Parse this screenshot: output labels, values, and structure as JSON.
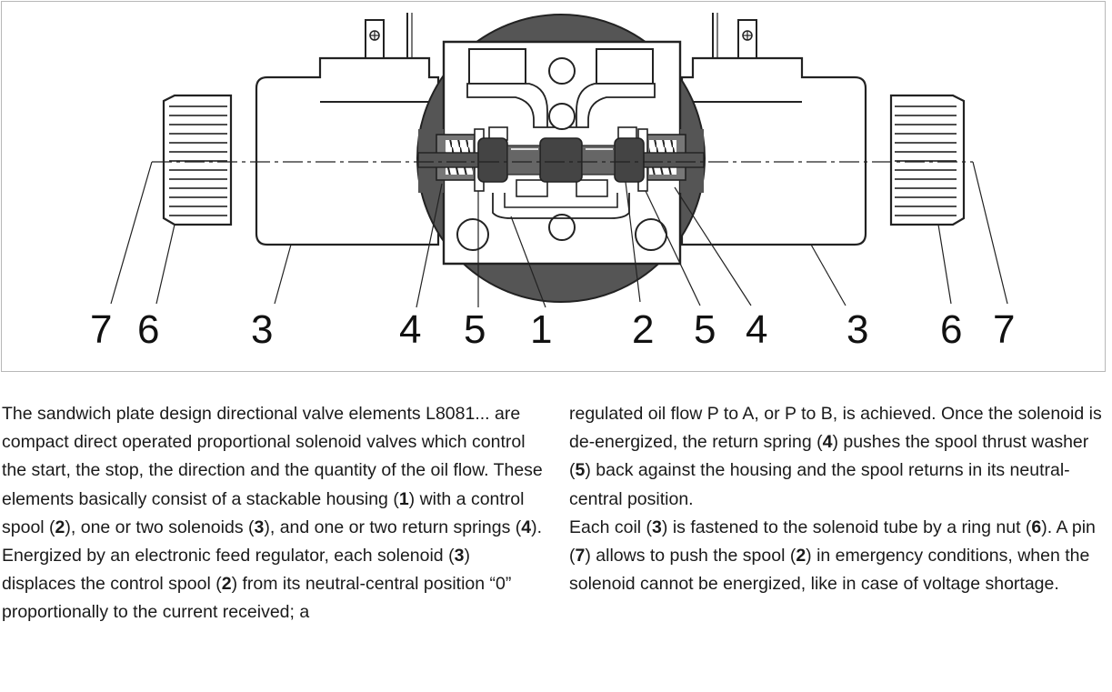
{
  "figure": {
    "callouts": [
      "7",
      "6",
      "3",
      "4",
      "5",
      "1",
      "2",
      "5",
      "4",
      "3",
      "6",
      "7"
    ]
  },
  "text": {
    "left": [
      [
        "The sandwich plate design directional valve elements L8081... are compact  direct  operated proportional solenoid valves which control the start, the stop, the direction and the quantity of the oil flow. These elements basically consist of a stackable housing (",
        "1",
        ") with a control spool (",
        "2",
        "), one or two solenoids (",
        "3",
        "), and one or two return springs (",
        "4",
        ")."
      ],
      [
        "Energized by an electronic feed regulator, each solenoid (",
        "3",
        ") displaces the control spool (",
        "2",
        ") from its neutral-central position “0” proportionally to the current received; a"
      ]
    ],
    "right": [
      [
        "regulated oil flow P to A, or P to B, is achieved.  Once the solenoid is de-energized, the return spring (",
        "4",
        ") pushes the spool thrust washer (",
        "5",
        ") back against the housing and the spool returns in its neutral-central position."
      ],
      [
        "Each coil (",
        "3",
        ") is fastened to the solenoid tube by a ring nut (",
        "6",
        ").  A pin (",
        "7",
        ") allows to push the spool (",
        "2",
        ") in emergency conditions, when the solenoid cannot be energized, like in case of voltage shortage."
      ]
    ]
  }
}
